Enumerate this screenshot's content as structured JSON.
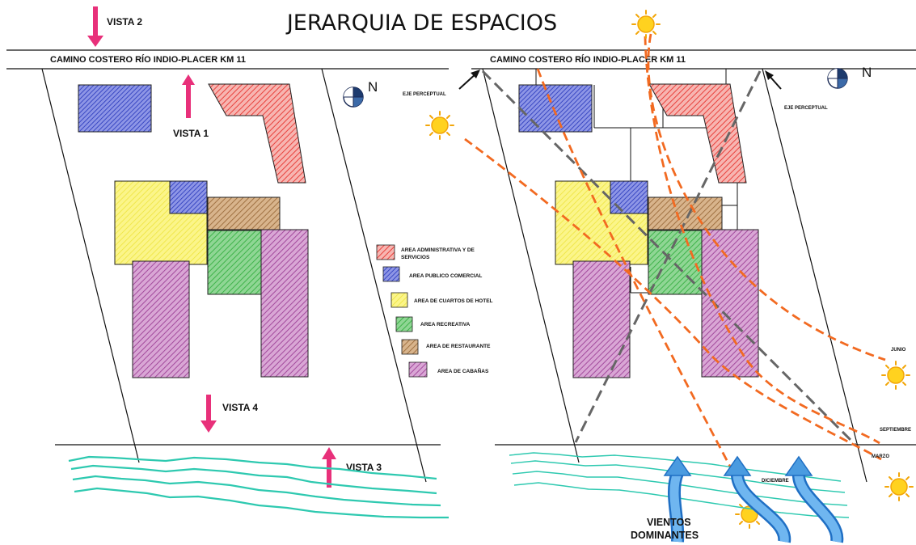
{
  "title": "JERARQUIA DE ESPACIOS",
  "road_label": "CAMINO COSTERO RÍO INDIO-PLACER KM 11",
  "north_label": "N",
  "vistas": {
    "v1": "VISTA 1",
    "v2": "VISTA 2",
    "v3": "VISTA 3",
    "v4": "VISTA 4"
  },
  "legend": [
    {
      "label_1": "AREA ADMINISTRATIVA Y DE",
      "label_2": "SERVICIOS",
      "color": "#e8413c"
    },
    {
      "label_1": "AREA PUBLICO COMERCIAL",
      "color": "#2f3fbf"
    },
    {
      "label_1": "AREA DE CUARTOS DE HOTEL",
      "color": "#f4ee3a"
    },
    {
      "label_1": "AREA RECREATIVA",
      "color": "#3fb34a"
    },
    {
      "label_1": "AREA DE RESTAURANTE",
      "color": "#9a6a3a"
    },
    {
      "label_1": "AREA DE CABAÑAS",
      "color": "#a24a9c"
    }
  ],
  "perceptual_axis": "EJE PERCEPTUAL",
  "sun_labels": {
    "junio": "JUNIO",
    "septiembre": "SEPTIEMBRE",
    "marzo": "MARZO",
    "diciembre": "DICIEMBRE"
  },
  "wind_1": "VIENTOS",
  "wind_2": "DOMINANTES",
  "colors": {
    "magenta_arrow": "#e8307a",
    "sea": "#2ec9b0",
    "sun_path": "#f26a21",
    "axis": "#666666",
    "wind": "#4a9be0",
    "sun": "#ffd21f"
  }
}
